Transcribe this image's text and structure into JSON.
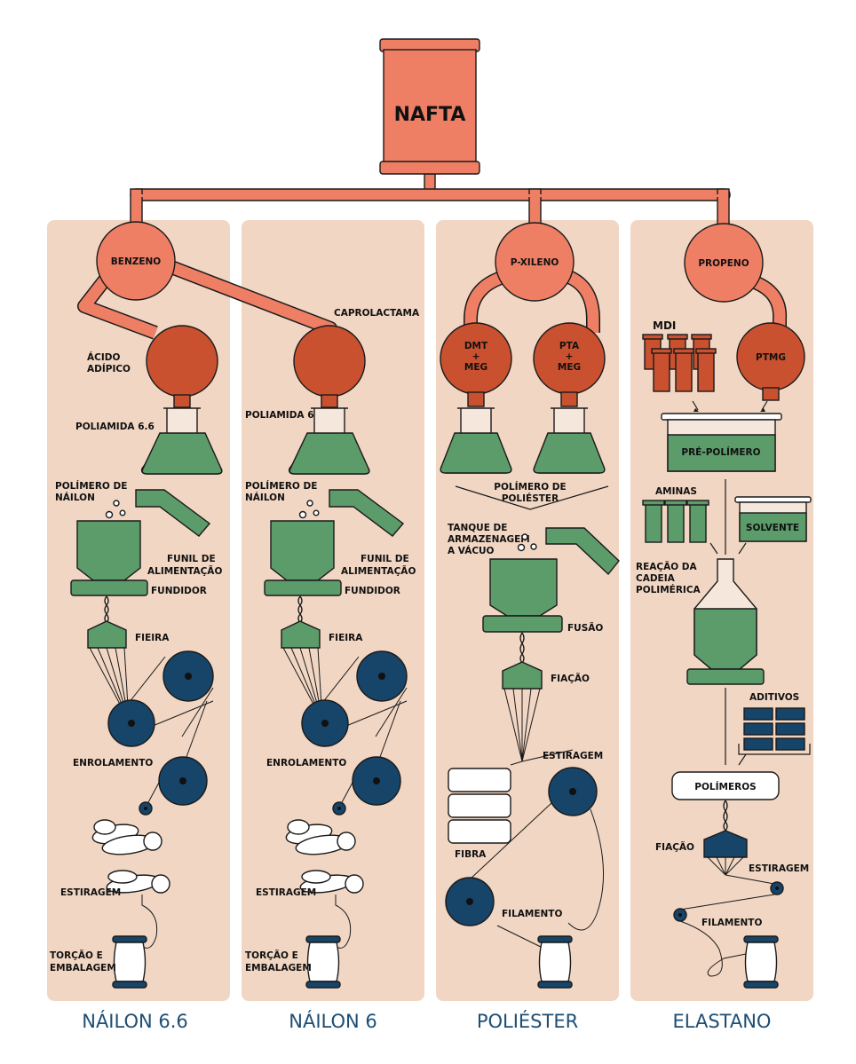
{
  "colors": {
    "panel": "#f1d6c3",
    "salmon": "#ee7f65",
    "darkred": "#c9512f",
    "green": "#5c9b6a",
    "navy": "#174469",
    "title": "#1d4e74"
  },
  "top": {
    "source": "NAFTA"
  },
  "columns": {
    "nylon66": {
      "title": "NÁILON 6.6",
      "precursor": "BENZENO",
      "acid_l1": "ÁCIDO",
      "acid_l2": "ADÍPICO",
      "polyamide": "POLIAMIDA 6.6",
      "polymer_l1": "POLÍMERO DE",
      "polymer_l2": "NÁILON",
      "hopper_l1": "FUNIL DE",
      "hopper_l2": "ALIMENTAÇÃO",
      "melter": "FUNDIDOR",
      "spinneret": "FIEIRA",
      "winding": "ENROLAMENTO",
      "drawing": "ESTIRAGEM",
      "twist_l1": "TORÇÃO E",
      "twist_l2": "EMBALAGEM"
    },
    "nylon6": {
      "title": "NÁILON 6",
      "caprolactam": "CAPROLACTAMA",
      "polyamide": "POLIAMIDA 6",
      "polymer_l1": "POLÍMERO DE",
      "polymer_l2": "NÁILON",
      "hopper_l1": "FUNIL DE",
      "hopper_l2": "ALIMENTAÇÃO",
      "melter": "FUNDIDOR",
      "spinneret": "FIEIRA",
      "winding": "ENROLAMENTO",
      "drawing": "ESTIRAGEM",
      "twist_l1": "TORÇÃO E",
      "twist_l2": "EMBALAGEM"
    },
    "polyester": {
      "title": "POLIÉSTER",
      "precursor": "P-XILENO",
      "dmt_l1": "DMT",
      "dmt_l2": "+",
      "dmt_l3": "MEG",
      "pta_l1": "PTA",
      "pta_l2": "+",
      "pta_l3": "MEG",
      "polymer_l1": "POLÍMERO DE",
      "polymer_l2": "POLIÉSTER",
      "tank_l1": "TANQUE DE",
      "tank_l2": "ARMAZENAGEM",
      "tank_l3": "A VÁCUO",
      "fusion": "FUSÃO",
      "spinning": "FIAÇÃO",
      "drawing": "ESTIRAGEM",
      "fiber": "FIBRA",
      "filament": "FILAMENTO"
    },
    "elastane": {
      "title": "ELASTANO",
      "precursor": "PROPENO",
      "mdi": "MDI",
      "ptmg": "PTMG",
      "prepolymer": "PRÉ-POLÍMERO",
      "amines": "AMINAS",
      "solvent": "SOLVENTE",
      "reaction_l1": "REAÇÃO DA",
      "reaction_l2": "CADEIA",
      "reaction_l3": "POLIMÉRICA",
      "additives": "ADITIVOS",
      "polymers": "POLÍMEROS",
      "spinning": "FIAÇÃO",
      "drawing": "ESTIRAGEM",
      "filament": "FILAMENTO"
    }
  }
}
